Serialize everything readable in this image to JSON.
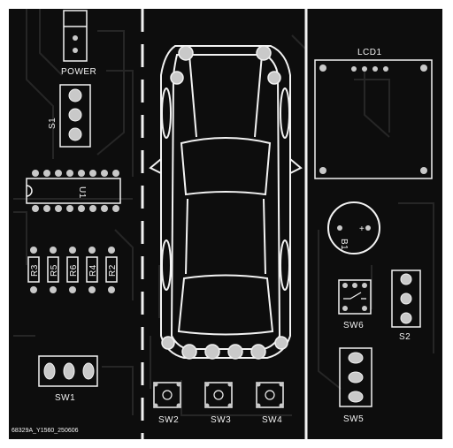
{
  "board": {
    "background": "#ffffff",
    "pcb_color": "#0d0d0d",
    "trace_color": "#262626",
    "silk_color": "#f2f2f2",
    "pad_color": "#c9c9c9"
  },
  "labels": {
    "power": "POWER",
    "s1": "S1",
    "u1": "U1",
    "r3": "R3",
    "r5": "R5",
    "r6": "R6",
    "r4": "R4",
    "r2": "R2",
    "sw1": "SW1",
    "lcd1": "LCD1",
    "b1": "B1",
    "b1_plus": "+",
    "sw6": "SW6",
    "s2": "S2",
    "sw2": "SW2",
    "sw3": "SW3",
    "sw4": "SW4",
    "sw5": "SW5",
    "board_code": "68329A_Y1560_250606"
  },
  "icons": [
    "switch-symbol-icon",
    "car-outline-icon"
  ]
}
